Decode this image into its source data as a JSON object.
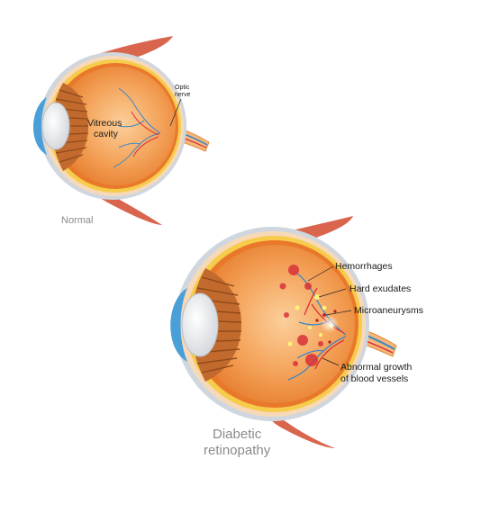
{
  "normal_eye": {
    "caption": "Normal",
    "label_vitreous_line1": "Vitreous",
    "label_vitreous_line2": "cavity",
    "label_optic_line1": "Optic",
    "label_optic_line2": "nerve"
  },
  "diabetic_eye": {
    "caption_line1": "Diabetic",
    "caption_line2": "retinopathy",
    "label_hemorrhages": "Hemorrhages",
    "label_hard_exudates": "Hard exudates",
    "label_microaneurysms": "Microaneurysms",
    "label_abnormal_line1": "Abnormal growth",
    "label_abnormal_line2": "of blood vessels"
  },
  "colors": {
    "eyeball_fill": "#f0923a",
    "sclera_outer": "#f7d9b8",
    "choroid": "#f6cc4a",
    "muscle": "#d9654d",
    "lens": "#f4f4f4",
    "cornea": "#4a9fd8",
    "ciliary": "#c26a2d",
    "vessel_blue": "#3a86c8",
    "hemorrhage": "#d8323a",
    "exudate": "#fff27a"
  }
}
